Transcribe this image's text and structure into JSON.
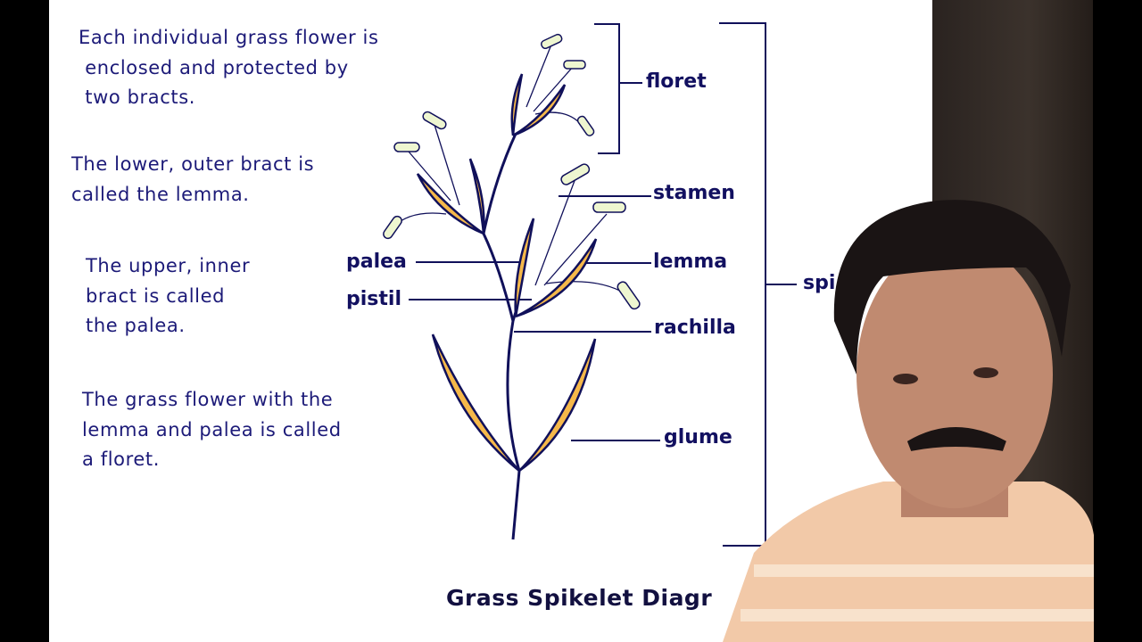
{
  "paragraphs": [
    "Each individual grass flower is\n enclosed and protected by\n two bracts.",
    "The lower, outer bract is\ncalled the lemma.",
    "The upper, inner\nbract is called\nthe palea.",
    "The grass flower with the\nlemma and palea is called\na floret."
  ],
  "labels": {
    "floret": "floret",
    "stamen": "stamen",
    "lemma": "lemma",
    "rachilla": "rachilla",
    "glume": "glume",
    "palea": "palea",
    "pistil": "pistil",
    "spikelet": "spi"
  },
  "title": "Grass Spikelet Diagr",
  "colors": {
    "text": "#1c1a78",
    "bract_fill": "#f5b84a",
    "anther_fill": "#eef6d0",
    "outline": "#10105a"
  }
}
